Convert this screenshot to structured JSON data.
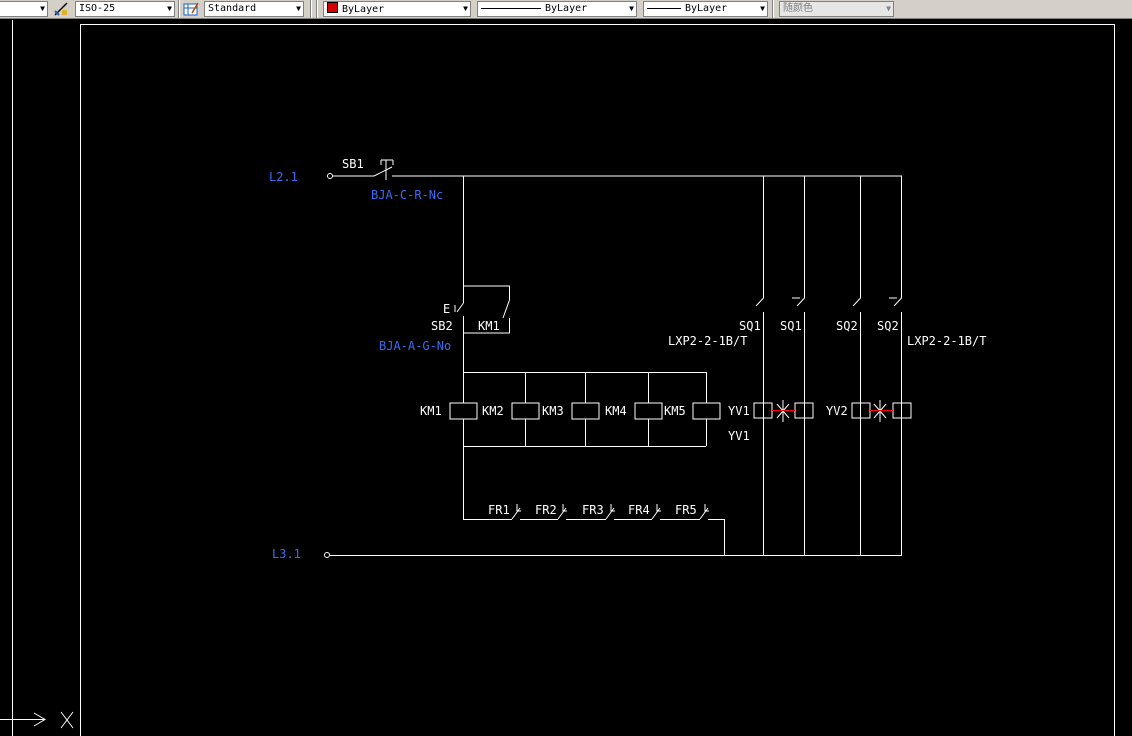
{
  "toolbar": {
    "dim_style": "ISO-25",
    "table_style": "Standard",
    "color": "ByLayer",
    "linetype": "ByLayer",
    "lineweight": "ByLayer",
    "plot_style": "随颜色"
  },
  "drawing": {
    "l21": "L2.1",
    "l31": "L3.1",
    "sb1": "SB1",
    "sb1_model": "BJA-C-R-Nc",
    "sb2_e": "E",
    "sb2": "SB2",
    "km1_aux": "KM1",
    "sb2_model": "BJA-A-G-No",
    "sq1_a": "SQ1",
    "sq1_b": "SQ1",
    "sq2_a": "SQ2",
    "sq2_b": "SQ2",
    "lxp_left": "LXP2-2-1B/T",
    "lxp_right": "LXP2-2-1B/T",
    "km1": "KM1",
    "km2": "KM2",
    "km3": "KM3",
    "km4": "KM4",
    "km5": "KM5",
    "yv1": "YV1",
    "yv1_below": "YV1",
    "yv2": "YV2",
    "fr1": "FR1",
    "fr2": "FR2",
    "fr3": "FR3",
    "fr4": "FR4",
    "fr5": "FR5"
  },
  "colors": {
    "line": "#ffffff",
    "blue_text": "#3b6cf0",
    "valve_red": "#ff0000",
    "background": "#000000"
  },
  "ucs_icon": "ucs-x-axis-icon"
}
